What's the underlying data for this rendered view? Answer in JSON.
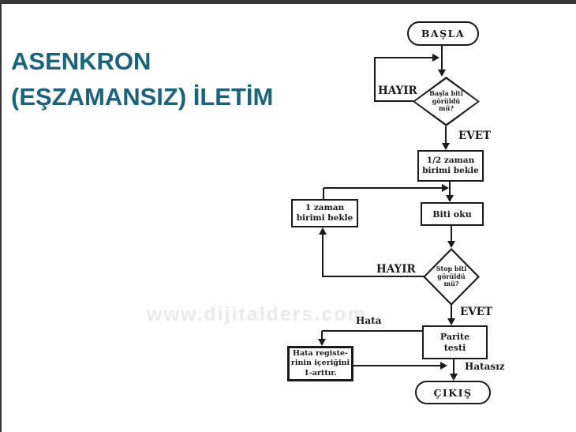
{
  "colors": {
    "title": "#19647a",
    "ink": "#1a1a1a",
    "frame_bar": "#373737",
    "watermark": "#ebebeb"
  },
  "slide": {
    "title_line1": "ASENKRON",
    "title_line2": "(EŞZAMANSIZ) İLETİM",
    "watermark": "www.dijitalders.com"
  },
  "flowchart": {
    "start_label": "BAŞLA",
    "end_label": "ÇIKIŞ",
    "decision_start_bit": {
      "line1": "Başla biti",
      "line2": "görüldü",
      "line3": "mü?"
    },
    "decision_stop_bit": {
      "line1": "Stop biti",
      "line2": "görüldü",
      "line3": "mü?"
    },
    "process_half_time": {
      "line1": "1/2 zaman",
      "line2": "birimi bekle"
    },
    "process_read_bit": "Biti oku",
    "process_one_time": {
      "line1": "1 zaman",
      "line2": "birimi bekle"
    },
    "process_parity": {
      "line1": "Parite",
      "line2": "testi"
    },
    "process_error_register": {
      "line1": "Hata registe-",
      "line2": "rinin içeriğini",
      "line3": "1-arttır."
    },
    "labels": {
      "no_top": "HAYIR",
      "yes_top": "EVET",
      "no_bottom": "HAYIR",
      "yes_bottom": "EVET",
      "error": "Hata",
      "no_error": "Hatasız"
    }
  }
}
